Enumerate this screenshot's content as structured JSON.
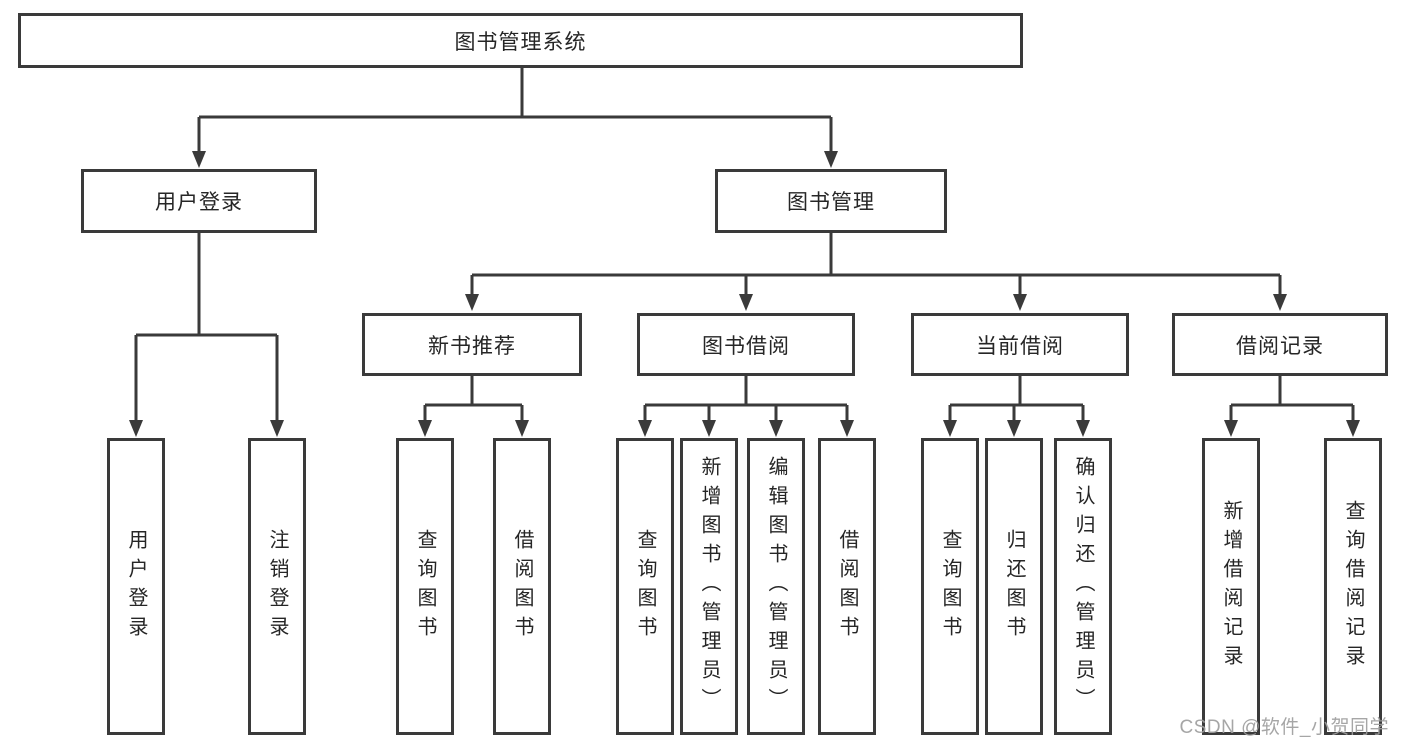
{
  "diagram": {
    "title": "图书管理系统",
    "type": "hierarchy-tree"
  },
  "nodes": {
    "root": {
      "label": "图书管理系统"
    },
    "level2": [
      {
        "label": "用户登录"
      },
      {
        "label": "图书管理"
      }
    ],
    "level3": [
      {
        "label": "新书推荐",
        "parent": "图书管理"
      },
      {
        "label": "图书借阅",
        "parent": "图书管理"
      },
      {
        "label": "当前借阅",
        "parent": "图书管理"
      },
      {
        "label": "借阅记录",
        "parent": "图书管理"
      }
    ],
    "leaves": [
      {
        "label": "用户登录",
        "parent": "用户登录"
      },
      {
        "label": "注销登录",
        "parent": "用户登录"
      },
      {
        "label": "查询图书",
        "parent": "新书推荐"
      },
      {
        "label": "借阅图书",
        "parent": "新书推荐"
      },
      {
        "label": "查询图书",
        "parent": "图书借阅"
      },
      {
        "label": "新增图书（管理员）",
        "parent": "图书借阅"
      },
      {
        "label": "编辑图书（管理员）",
        "parent": "图书借阅"
      },
      {
        "label": "借阅图书",
        "parent": "图书借阅"
      },
      {
        "label": "查询图书",
        "parent": "当前借阅"
      },
      {
        "label": "归还图书",
        "parent": "当前借阅"
      },
      {
        "label": "确认归还（管理员）",
        "parent": "当前借阅"
      },
      {
        "label": "新增借阅记录",
        "parent": "借阅记录"
      },
      {
        "label": "查询借阅记录",
        "parent": "借阅记录"
      }
    ]
  },
  "watermark": "CSDN @软件_小贺同学",
  "colors": {
    "line": "#3a3a3a",
    "box_border": "#3a3a3a",
    "text": "#262626",
    "watermark": "#9e9e9e",
    "background": "#ffffff"
  }
}
